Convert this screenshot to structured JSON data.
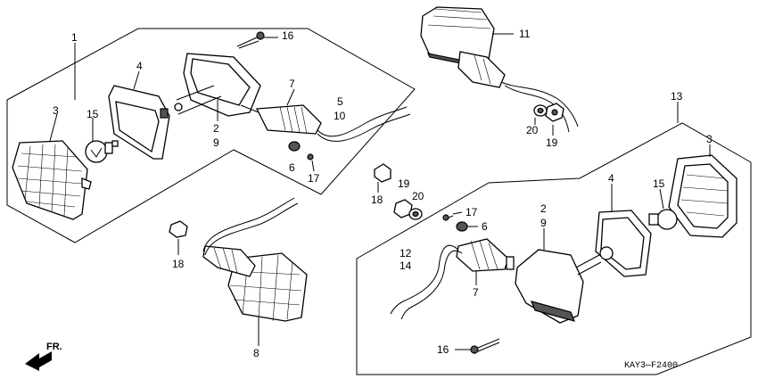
{
  "diagram_code": "KAY3—F2400",
  "direction_label": "FR.",
  "callouts": {
    "c1": "1",
    "c2a": "2",
    "c9a": "9",
    "c3a": "3",
    "c4a": "4",
    "c5": "5",
    "c10": "10",
    "c6a": "6",
    "c7a": "7",
    "c15a": "15",
    "c16a": "16",
    "c17a": "17",
    "c11": "11",
    "c20a": "20",
    "c19a": "19",
    "c18a": "18",
    "c19b": "19",
    "c20b": "20",
    "c18b": "18",
    "c8": "8",
    "c13": "13",
    "c3b": "3",
    "c4b": "4",
    "c15b": "15",
    "c2b": "2",
    "c9b": "9",
    "c17b": "17",
    "c6b": "6",
    "c12": "12",
    "c14": "14",
    "c7b": "7",
    "c16b": "16"
  }
}
